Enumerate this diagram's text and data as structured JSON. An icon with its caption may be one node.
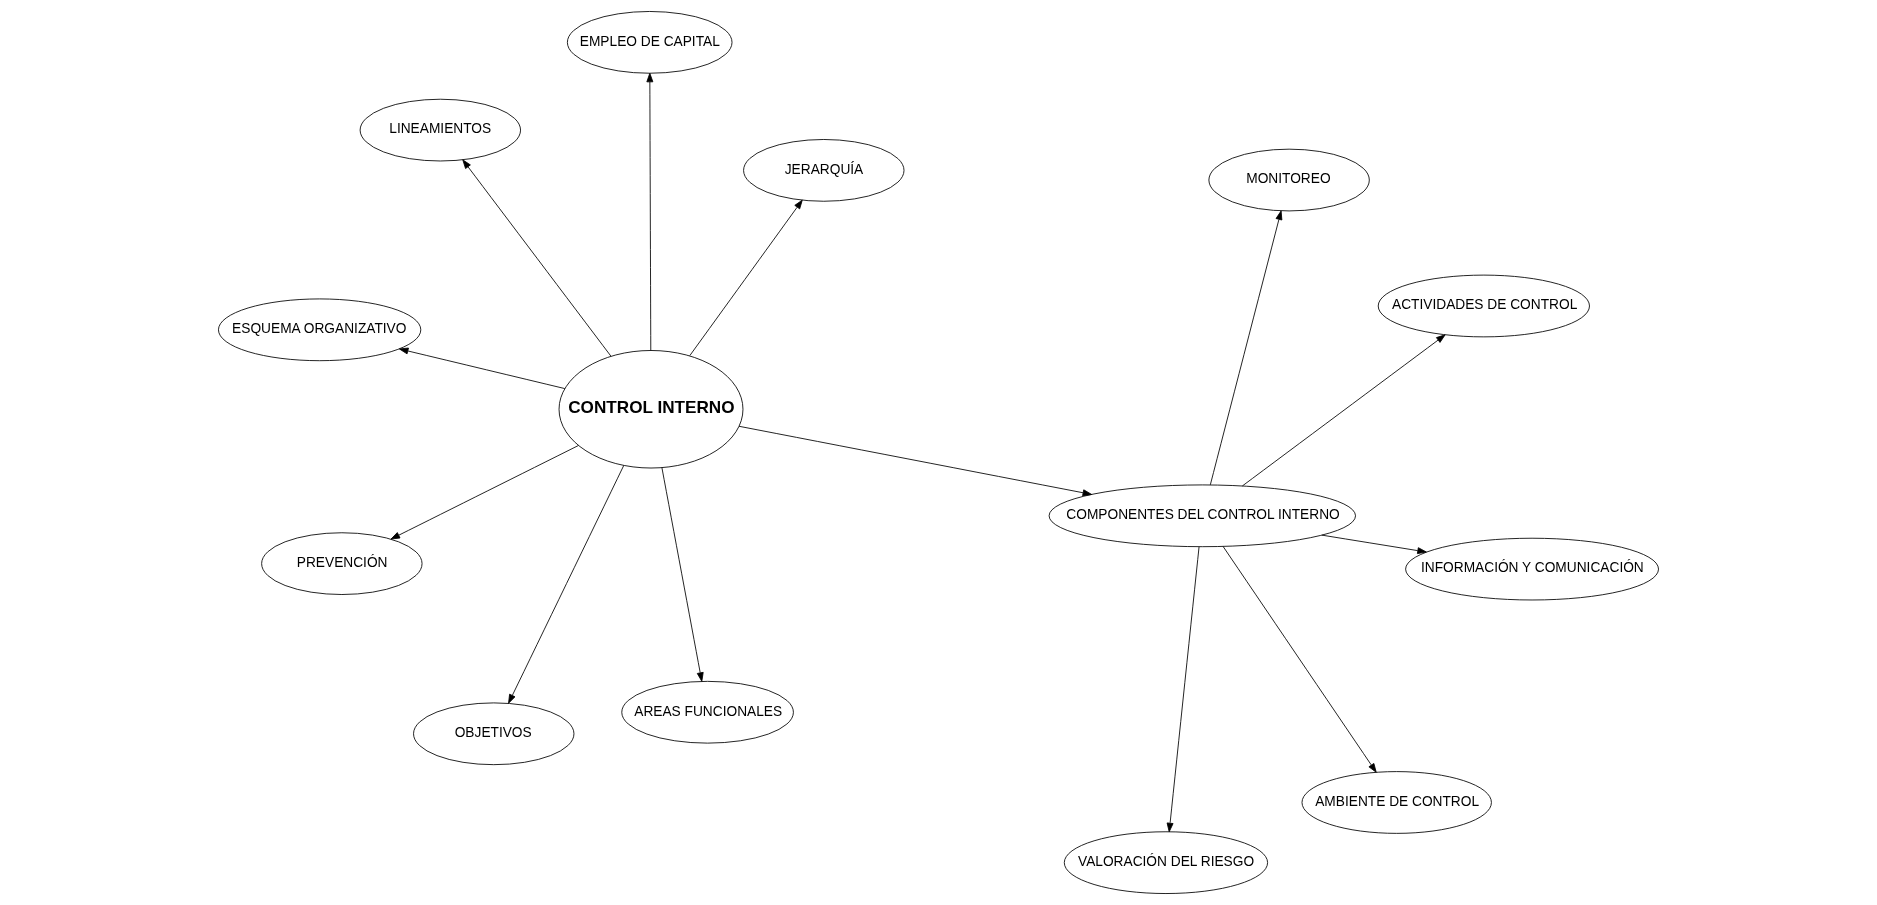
{
  "diagram": {
    "nodes": [
      {
        "text": [
          "CONTROL INTERNO"
        ]
      },
      {
        "text": [
          "JERARQUÍA"
        ]
      },
      {
        "text": [
          "OBJETIVOS"
        ]
      },
      {
        "text": [
          "LINEAMIENTOS"
        ]
      },
      {
        "text": [
          "EMPLEO DE CAPITAL"
        ]
      },
      {
        "text": [
          "ESQUEMA ORGANIZATIVO"
        ]
      },
      {
        "text": [
          "PREVENCIÓN"
        ]
      },
      {
        "text": [
          "AREAS FUNCIONALES"
        ]
      },
      {
        "text": [
          "COMPONENTES DEL CONTROL INTERNO"
        ]
      },
      {
        "text": [
          "AMBIENTE DE CONTROL"
        ]
      },
      {
        "text": [
          "VALORACIÓN DEL RIESGO"
        ]
      },
      {
        "text": [
          "MONITOREO"
        ]
      },
      {
        "text": [
          "INFORMACIÓN Y COMUNICACIÓN"
        ]
      },
      {
        "text": [
          "ACTIVIDADES DE CONTROL"
        ]
      }
    ],
    "edges": [
      {
        "from": 0,
        "to": 1,
        "arrow": "to"
      },
      {
        "from": 0,
        "to": 2,
        "arrow": "to"
      },
      {
        "from": 0,
        "to": 3,
        "arrow": "to"
      },
      {
        "from": 0,
        "to": 4,
        "arrow": "to"
      },
      {
        "from": 0,
        "to": 5,
        "arrow": "to"
      },
      {
        "from": 0,
        "to": 6,
        "arrow": "to"
      },
      {
        "from": 0,
        "to": 7,
        "arrow": "to"
      },
      {
        "from": 0,
        "to": 8,
        "arrow": "to"
      },
      {
        "from": 8,
        "to": 9,
        "arrow": "to"
      },
      {
        "from": 8,
        "to": 10,
        "arrow": "to"
      },
      {
        "from": 8,
        "to": 11,
        "arrow": "to"
      },
      {
        "from": 8,
        "to": 12,
        "arrow": "to"
      },
      {
        "from": 8,
        "to": 13,
        "arrow": "to"
      }
    ]
  }
}
